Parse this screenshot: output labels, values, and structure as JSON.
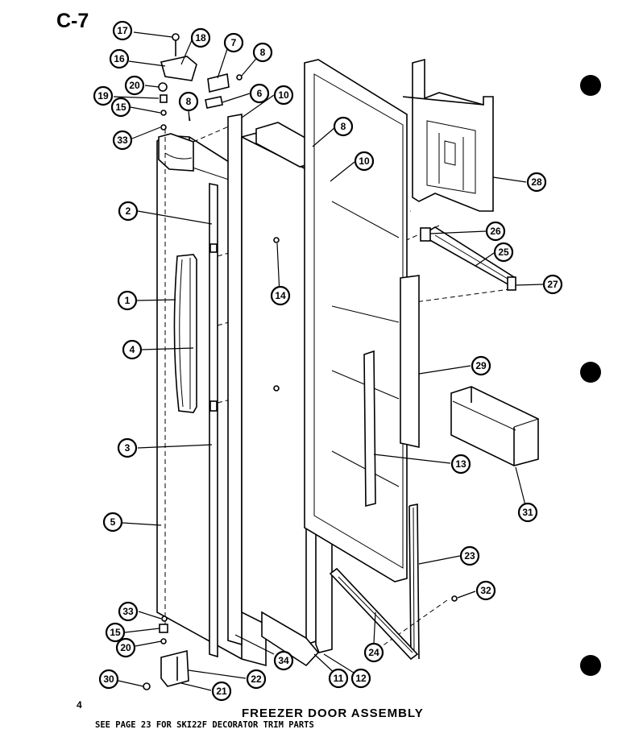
{
  "page_code": "C-7",
  "page_number": "4",
  "title": "FREEZER DOOR ASSEMBLY",
  "note": "SEE PAGE 23 FOR SKI22F DECORATOR TRIM PARTS",
  "callouts": [
    "17",
    "18",
    "7",
    "8",
    "16",
    "20",
    "19",
    "6",
    "15",
    "8",
    "10",
    "33",
    "8",
    "10",
    "28",
    "2",
    "26",
    "25",
    "14",
    "1",
    "27",
    "4",
    "29",
    "3",
    "13",
    "31",
    "5",
    "23",
    "32",
    "33",
    "15",
    "20",
    "24",
    "34",
    "22",
    "11",
    "12",
    "30",
    "21"
  ]
}
